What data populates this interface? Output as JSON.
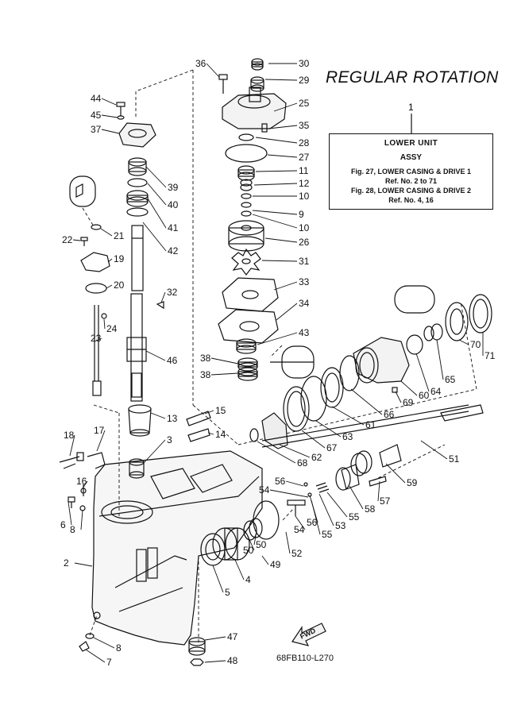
{
  "title": "REGULAR ROTATION",
  "assy_box": {
    "ref_number": "1",
    "line1": "LOWER UNIT",
    "line2": "ASSY",
    "line3": "Fig. 27, LOWER CASING & DRIVE 1",
    "line4": "Ref. No. 2 to 71",
    "line5": "Fig. 28, LOWER CASING & DRIVE 2",
    "line6": "Ref. No. 4, 16"
  },
  "diagram_code": "68FB110-L270",
  "fwd_label": "FWD",
  "callouts": [
    {
      "id": "c30",
      "text": "30"
    },
    {
      "id": "c29",
      "text": "29"
    },
    {
      "id": "c25",
      "text": "25"
    },
    {
      "id": "c35",
      "text": "35"
    },
    {
      "id": "c28",
      "text": "28"
    },
    {
      "id": "c27",
      "text": "27"
    },
    {
      "id": "c11",
      "text": "11"
    },
    {
      "id": "c12",
      "text": "12"
    },
    {
      "id": "c10a",
      "text": "10"
    },
    {
      "id": "c9",
      "text": "9"
    },
    {
      "id": "c10b",
      "text": "10"
    },
    {
      "id": "c26",
      "text": "26"
    },
    {
      "id": "c31",
      "text": "31"
    },
    {
      "id": "c33",
      "text": "33"
    },
    {
      "id": "c34",
      "text": "34"
    },
    {
      "id": "c43",
      "text": "43"
    },
    {
      "id": "c38a",
      "text": "38"
    },
    {
      "id": "c38b",
      "text": "38"
    },
    {
      "id": "c36",
      "text": "36"
    },
    {
      "id": "c44",
      "text": "44"
    },
    {
      "id": "c45",
      "text": "45"
    },
    {
      "id": "c37",
      "text": "37"
    },
    {
      "id": "c39",
      "text": "39"
    },
    {
      "id": "c40",
      "text": "40"
    },
    {
      "id": "c41",
      "text": "41"
    },
    {
      "id": "c42",
      "text": "42"
    },
    {
      "id": "c21",
      "text": "21"
    },
    {
      "id": "c22",
      "text": "22"
    },
    {
      "id": "c19",
      "text": "19"
    },
    {
      "id": "c20",
      "text": "20"
    },
    {
      "id": "c32",
      "text": "32"
    },
    {
      "id": "c24",
      "text": "24"
    },
    {
      "id": "c46",
      "text": "46"
    },
    {
      "id": "c23",
      "text": "23"
    },
    {
      "id": "c13",
      "text": "13"
    },
    {
      "id": "c15",
      "text": "15"
    },
    {
      "id": "c14",
      "text": "14"
    },
    {
      "id": "c3",
      "text": "3"
    },
    {
      "id": "c18",
      "text": "18"
    },
    {
      "id": "c17",
      "text": "17"
    },
    {
      "id": "c16",
      "text": "16"
    },
    {
      "id": "c6",
      "text": "6"
    },
    {
      "id": "c8a",
      "text": "8"
    },
    {
      "id": "c2",
      "text": "2"
    },
    {
      "id": "c8b",
      "text": "8"
    },
    {
      "id": "c7",
      "text": "7"
    },
    {
      "id": "c5",
      "text": "5"
    },
    {
      "id": "c4",
      "text": "4"
    },
    {
      "id": "c50a",
      "text": "50"
    },
    {
      "id": "c50b",
      "text": "50"
    },
    {
      "id": "c49",
      "text": "49"
    },
    {
      "id": "c52",
      "text": "52"
    },
    {
      "id": "c47",
      "text": "47"
    },
    {
      "id": "c48",
      "text": "48"
    },
    {
      "id": "c71",
      "text": "71"
    },
    {
      "id": "c70",
      "text": "70"
    },
    {
      "id": "c65",
      "text": "65"
    },
    {
      "id": "c64",
      "text": "64"
    },
    {
      "id": "c60",
      "text": "60"
    },
    {
      "id": "c69",
      "text": "69"
    },
    {
      "id": "c66",
      "text": "66"
    },
    {
      "id": "c61",
      "text": "61"
    },
    {
      "id": "c63",
      "text": "63"
    },
    {
      "id": "c67",
      "text": "67"
    },
    {
      "id": "c62",
      "text": "62"
    },
    {
      "id": "c68",
      "text": "68"
    },
    {
      "id": "c51",
      "text": "51"
    },
    {
      "id": "c59",
      "text": "59"
    },
    {
      "id": "c57",
      "text": "57"
    },
    {
      "id": "c58",
      "text": "58"
    },
    {
      "id": "c55a",
      "text": "55"
    },
    {
      "id": "c53",
      "text": "53"
    },
    {
      "id": "c56a",
      "text": "56"
    },
    {
      "id": "c54a",
      "text": "54"
    },
    {
      "id": "c56b",
      "text": "56"
    },
    {
      "id": "c55b",
      "text": "55"
    },
    {
      "id": "c54b",
      "text": "54"
    }
  ]
}
